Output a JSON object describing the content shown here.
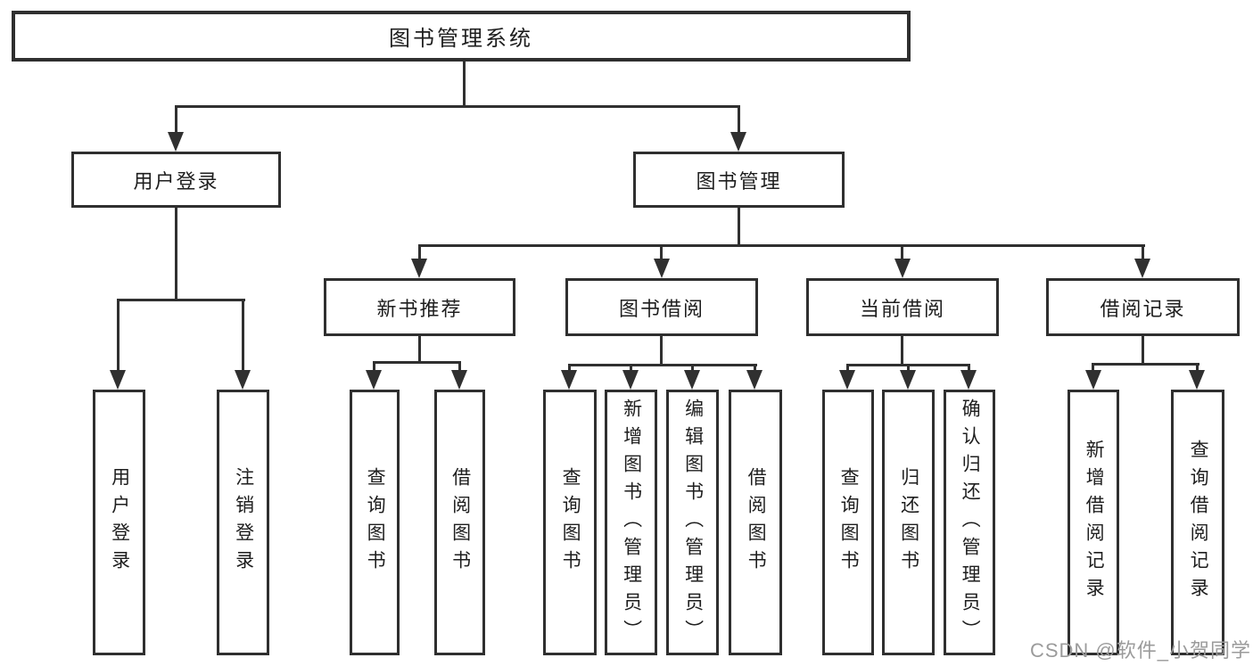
{
  "diagram": {
    "root": {
      "label": "图书管理系统"
    },
    "level2": {
      "user_login": {
        "label": "用户登录"
      },
      "book_management": {
        "label": "图书管理"
      }
    },
    "level3": {
      "new_book_recommend": {
        "label": "新书推荐"
      },
      "book_borrowing": {
        "label": "图书借阅"
      },
      "current_borrowing": {
        "label": "当前借阅"
      },
      "borrowing_records": {
        "label": "借阅记录"
      }
    },
    "leaves": {
      "user_login": [
        {
          "label": "用户登录"
        },
        {
          "label": "注销登录"
        }
      ],
      "new_book_recommend": [
        {
          "label": "查询图书"
        },
        {
          "label": "借阅图书"
        }
      ],
      "book_borrowing": [
        {
          "label": "查询图书"
        },
        {
          "label": "新增图书（管理员）"
        },
        {
          "label": "编辑图书（管理员）"
        },
        {
          "label": "借阅图书"
        }
      ],
      "current_borrowing": [
        {
          "label": "查询图书"
        },
        {
          "label": "归还图书"
        },
        {
          "label": "确认归还（管理员）"
        }
      ],
      "borrowing_records": [
        {
          "label": "新增借阅记录"
        },
        {
          "label": "查询借阅记录"
        }
      ]
    },
    "colors": {
      "line": "#303030",
      "border": "#2f2f2f",
      "text": "#1e1e1e",
      "background": "#ffffff"
    }
  },
  "watermark": {
    "text": "CSDN @软件_小贺同学",
    "color": "#9b9b9b"
  }
}
